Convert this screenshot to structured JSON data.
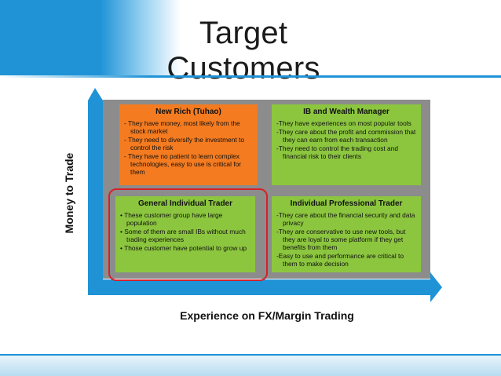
{
  "slide": {
    "title": "Target Customers"
  },
  "axes": {
    "y_label": "Money to Trade",
    "x_label": "Experience on FX/Margin Trading"
  },
  "quadrants": [
    {
      "title": "New Rich (Tuhao)",
      "items": [
        "- They have money, most likely from the stock market",
        "- They need to diversify the investment to control the risk",
        "- They have no patient to learn complex technologies, easy to use is critical for them"
      ]
    },
    {
      "title": "IB and Wealth Manager",
      "items": [
        "-They have experiences on most popular tools",
        "-They care about the profit and commission that they can earn from each transaction",
        "-They need to control the trading cost and financial risk to their clients"
      ]
    },
    {
      "title": "General Individual Trader",
      "items": [
        "• These customer group have large population",
        "• Some of them are small IBs without much trading experiences",
        "• Those customer have potential to grow up"
      ]
    },
    {
      "title": "Individual Professional Trader",
      "items": [
        "-They care about the financial security and data privacy",
        "-They are conservative to use new tools, but they are loyal to some platform if they get benefits from them",
        "-Easy to use and performance are critical to them to make decision"
      ]
    }
  ],
  "colors": {
    "accent_blue": "#1f93d6",
    "orange": "#f47b20",
    "green": "#8cc63f",
    "highlight_red": "#d6202a",
    "grid_gray": "#8c8c8c"
  }
}
